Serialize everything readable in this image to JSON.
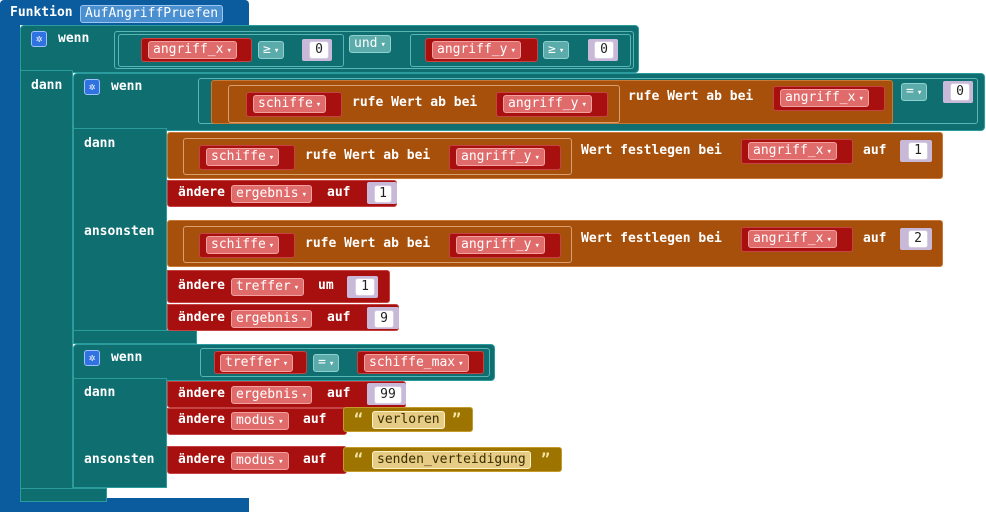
{
  "function": {
    "keyword": "Funktion",
    "name": "AufAngriffPruefen"
  },
  "keywords": {
    "wenn": "wenn",
    "dann": "dann",
    "ansonsten": "ansonsten",
    "und": "und",
    "rufe_wert": "rufe Wert ab bei",
    "wert_festlegen": "Wert festlegen bei",
    "auf": "auf",
    "um": "um",
    "aendere": "ändere"
  },
  "ops": {
    "ge": "≥",
    "eq": "="
  },
  "vars": {
    "angriff_x": "angriff_x",
    "angriff_y": "angriff_y",
    "schiffe": "schiffe",
    "ergebnis": "ergebnis",
    "treffer": "treffer",
    "schiffe_max": "schiffe_max",
    "modus": "modus"
  },
  "numbers": {
    "n0": "0",
    "n1": "1",
    "n2": "2",
    "n9": "9",
    "n99": "99"
  },
  "strings": {
    "verloren": "verloren",
    "senden_verteidigung": "senden_verteidigung"
  },
  "glyphs": {
    "dropdown": "▾",
    "open_quote": "“",
    "close_quote": "”",
    "gear": "✲"
  }
}
